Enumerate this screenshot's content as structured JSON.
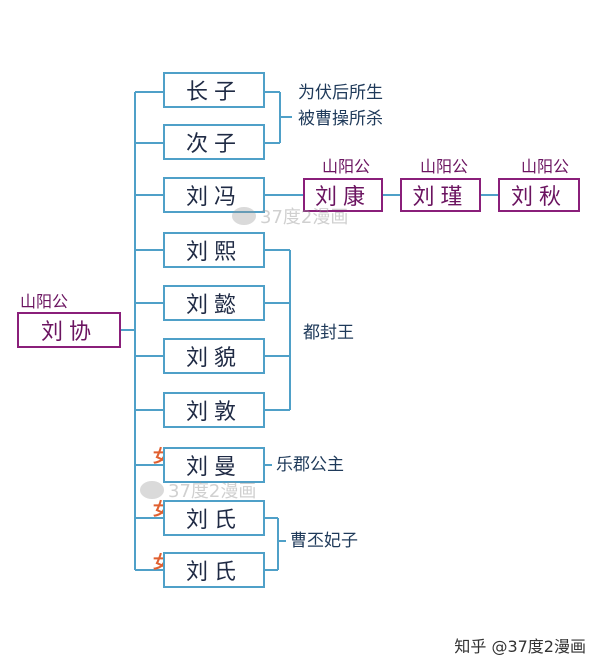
{
  "root": {
    "title": "山阳公",
    "name": "刘协"
  },
  "sons": {
    "eldest": "长子",
    "second": "次子",
    "feng": "刘冯",
    "xi": "刘熙",
    "yi": "刘懿",
    "mao": "刘貌",
    "dun": "刘敦"
  },
  "daughters": {
    "man": "刘曼",
    "shi1": "刘氏",
    "shi2": "刘氏",
    "marker": "女"
  },
  "notes": {
    "sons_note_line1": "为伏后所生",
    "sons_note_line2": "被曹操所杀",
    "dukes_note": "都封王",
    "man_note": "乐郡公主",
    "shi_note": "曹丕妃子"
  },
  "successors": [
    {
      "title": "山阳公",
      "name": "刘康"
    },
    {
      "title": "山阳公",
      "name": "刘瑾"
    },
    {
      "title": "山阳公",
      "name": "刘秋"
    }
  ],
  "watermarks": {
    "wm1": "37度2漫画",
    "wm2": "37度2漫画",
    "corner": "知乎 @37度2漫画"
  },
  "colors": {
    "line": "#4fa0c8",
    "purple": "#8a1f7a",
    "female": "#e06030"
  }
}
